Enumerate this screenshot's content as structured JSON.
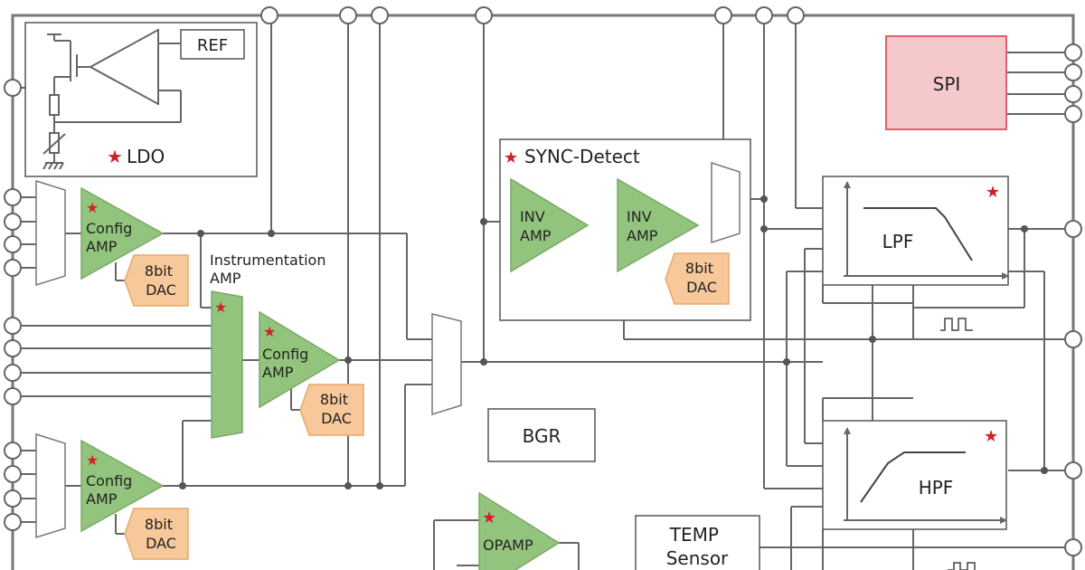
{
  "blocks": {
    "ref": "REF",
    "ldo": "LDO",
    "spi": "SPI",
    "sync_detect": "SYNC-Detect",
    "inv_amp_line1": "INV",
    "inv_amp_line2": "AMP",
    "config_line1": "Config",
    "config_line2": "AMP",
    "dac_line1": "8bit",
    "dac_line2": "DAC",
    "instr_line1": "Instrumentation",
    "instr_line2": "AMP",
    "lpf": "LPF",
    "hpf": "HPF",
    "bgr": "BGR",
    "opamp": "OPAMP",
    "temp_line1": "TEMP",
    "temp_line2": "Sensor"
  },
  "colors": {
    "amp_fill": "#93c47d",
    "dac_fill": "#f6c89a",
    "spi_fill": "#f5c9cc",
    "spi_border": "#e06070",
    "star": "#d0202a"
  }
}
